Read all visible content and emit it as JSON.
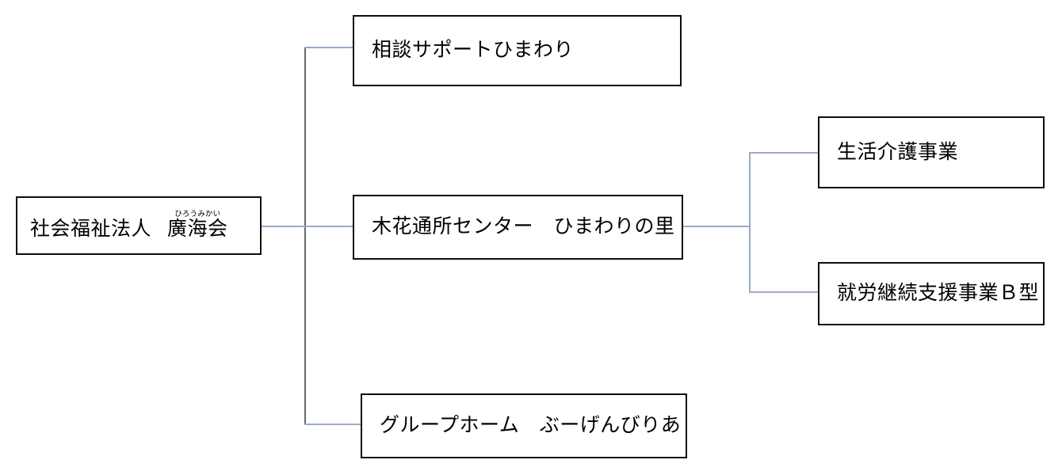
{
  "diagram": {
    "type": "organization-chart",
    "title": "",
    "background_color": "#ffffff",
    "box_border_color": "#0d0d0d",
    "connector_color": "#9aabc4",
    "trunk_color": "#5e6a72",
    "nodes": {
      "root": {
        "id": "root",
        "text_before": "社会福祉法人",
        "gap": "　",
        "ruby_base": "廣海会",
        "ruby_text": "ひろうみかい",
        "full_text": "社会福祉法人　廣海会"
      },
      "child1": {
        "id": "soudan-support-himawari",
        "text": "相談サポートひまわり"
      },
      "child2": {
        "id": "kihana-tsuusho-center",
        "text": "木花通所センター　ひまわりの里"
      },
      "child3": {
        "id": "group-home-bougenbiria",
        "text": "グループホーム　ぶーげんびりあ"
      },
      "grandchild1": {
        "id": "seikatsu-kaigo-jigyou",
        "text": "生活介護事業"
      },
      "grandchild2": {
        "id": "shuurou-keizoku-shien-jigyou-b",
        "text": "就労継続支援事業Ｂ型"
      }
    },
    "edges": [
      {
        "from": "root",
        "to": "child1"
      },
      {
        "from": "root",
        "to": "child2"
      },
      {
        "from": "root",
        "to": "child3"
      },
      {
        "from": "child2",
        "to": "grandchild1"
      },
      {
        "from": "child2",
        "to": "grandchild2"
      }
    ]
  }
}
